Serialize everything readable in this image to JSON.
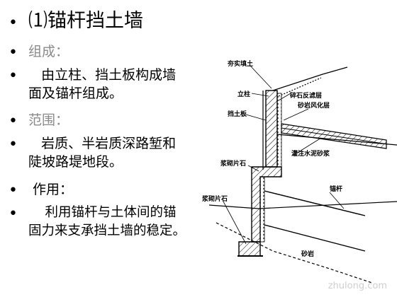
{
  "bullets": [
    {
      "marker": "•",
      "text": "⑴锚杆挡土墙",
      "style": "heading"
    },
    {
      "marker": "•",
      "text": "组成：",
      "style": "subhead"
    },
    {
      "marker": "•",
      "text": "   由立柱、挡土板构成墙\n面及锚杆组成。",
      "style": "body"
    },
    {
      "marker": "•",
      "text": "范围：",
      "style": "subhead"
    },
    {
      "marker": "•",
      "text": "   岩质、半岩质深路堑和\n陡坡路堤地段。",
      "style": "body"
    },
    {
      "marker": "•",
      "text": " 作用：",
      "style": "body"
    },
    {
      "marker": "•",
      "text": "    利用锚杆与土体间的锚\n固力来支承挡土墙的稳定。",
      "style": "body"
    }
  ],
  "diagram": {
    "labels": {
      "backfill": "夯实填土",
      "column": "立柱",
      "filter": "碎石反滤层",
      "weathered": "砂岩风化层",
      "panel": "挡土板",
      "grout": "灌注水泥砂浆",
      "rubble_upper": "浆砌片石",
      "anchor": "锚杆",
      "rubble_lower": "浆砌片石",
      "sandstone": "砂岩"
    }
  },
  "watermark": "zhulong.com"
}
